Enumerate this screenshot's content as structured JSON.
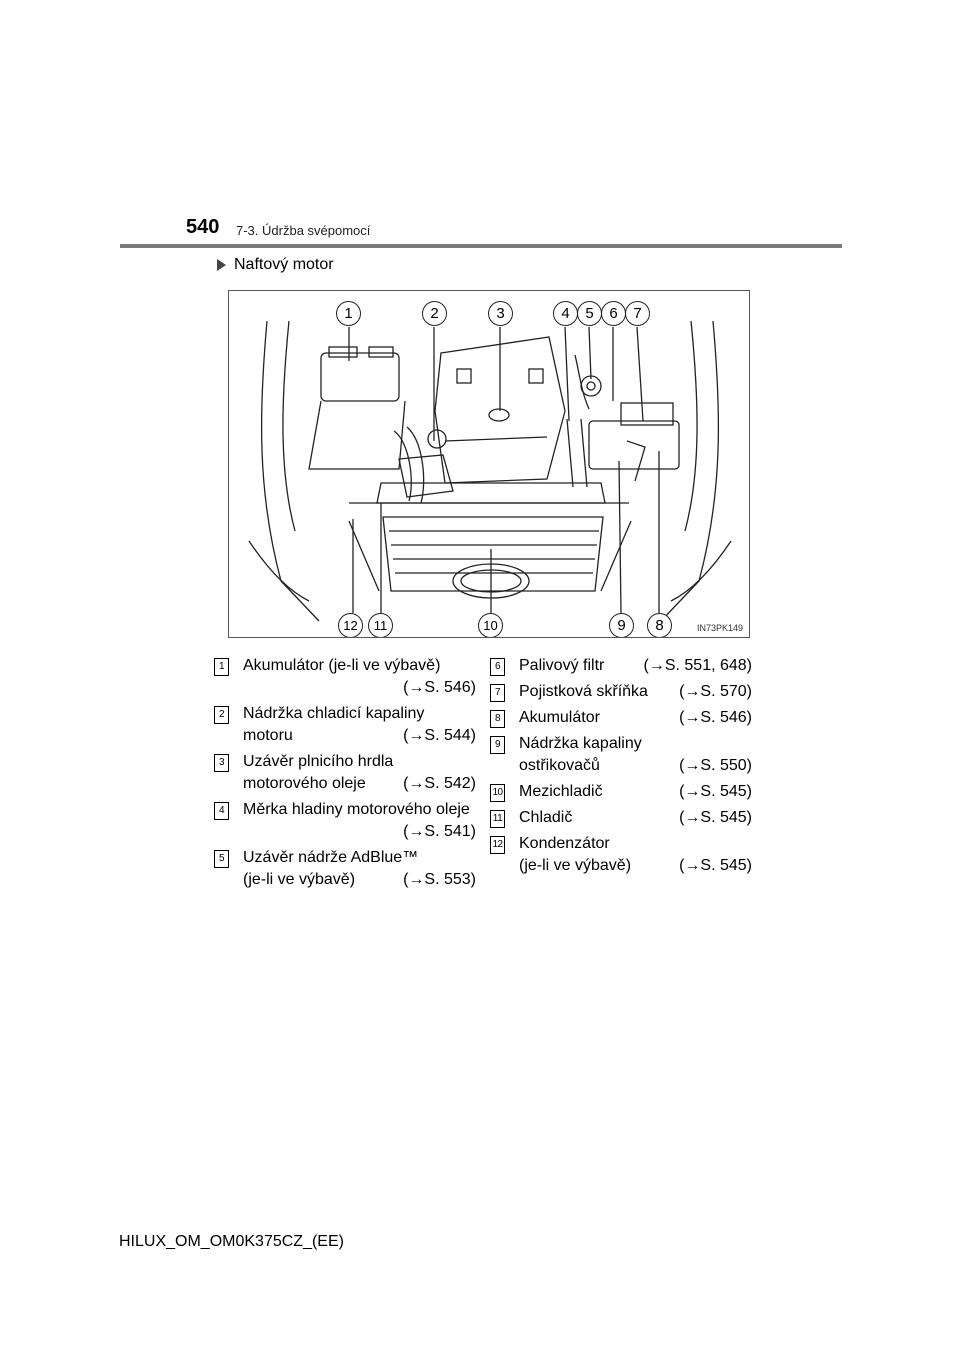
{
  "header": {
    "page_number": "540",
    "section": "7-3. Údržba svépomocí"
  },
  "subheading": "Naftový motor",
  "figure": {
    "code": "IN73PK149",
    "callouts": [
      "1",
      "2",
      "3",
      "4",
      "5",
      "6",
      "7",
      "8",
      "9",
      "10",
      "11",
      "12"
    ]
  },
  "legend_left": [
    {
      "num": "1",
      "lines": [
        "Akumulátor (je-li ve výbavě)"
      ],
      "ref": "(→S. 546)",
      "ref_own_line": true
    },
    {
      "num": "2",
      "lines": [
        "Nádržka chladicí kapaliny",
        "motoru"
      ],
      "ref": "(→S. 544)"
    },
    {
      "num": "3",
      "lines": [
        "Uzávěr plnicího hrdla",
        "motorového oleje"
      ],
      "ref": "(→S. 542)"
    },
    {
      "num": "4",
      "lines": [
        "Měrka hladiny motorového oleje"
      ],
      "ref": "(→S. 541)",
      "ref_own_line": true
    },
    {
      "num": "5",
      "lines": [
        "Uzávěr nádrže AdBlue™",
        "(je-li ve výbavě)"
      ],
      "ref": "(→S. 553)"
    }
  ],
  "legend_right": [
    {
      "num": "6",
      "lines": [
        "Palivový filtr"
      ],
      "ref": "(→S. 551, 648)"
    },
    {
      "num": "7",
      "lines": [
        "Pojistková skříňka"
      ],
      "ref": "(→S. 570)"
    },
    {
      "num": "8",
      "lines": [
        "Akumulátor"
      ],
      "ref": "(→S. 546)"
    },
    {
      "num": "9",
      "lines": [
        "Nádržka kapaliny",
        "ostřikovačů"
      ],
      "ref": "(→S. 550)"
    },
    {
      "num": "10",
      "lines": [
        "Mezichladič"
      ],
      "ref": "(→S. 545)"
    },
    {
      "num": "11",
      "lines": [
        "Chladič"
      ],
      "ref": "(→S. 545)"
    },
    {
      "num": "12",
      "lines": [
        "Kondenzátor",
        "(je-li ve výbavě)"
      ],
      "ref": "(→S. 545)"
    }
  ],
  "footer": "HILUX_OM_OM0K375CZ_(EE)"
}
